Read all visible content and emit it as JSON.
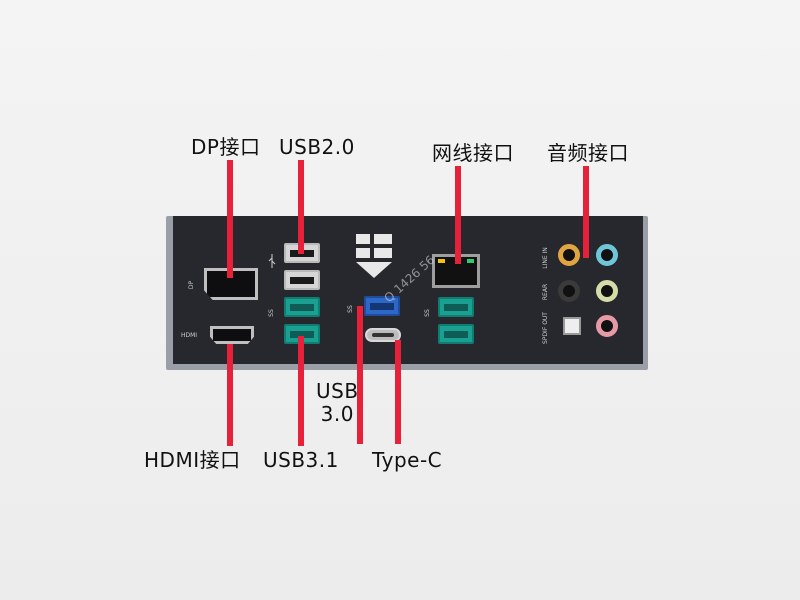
{
  "labels": {
    "dp": "DP接口",
    "usb20": "USB2.0",
    "network": "网线接口",
    "audio": "音频接口",
    "hdmi": "HDMI接口",
    "usb31": "USB3.1",
    "usb30_line1": "USB",
    "usb30_line2": "3.0",
    "typec": "Type-C"
  },
  "panel_text": {
    "dp_tag": "DP",
    "hdmi_tag": "HDMI",
    "ss_tag": "SS",
    "audio_line_in": "LINE IN",
    "audio_rear": "REAR",
    "audio_spdif": "SPDIF OUT",
    "watermark": "Q 1426 56"
  },
  "colors": {
    "pointer": "#e8213b",
    "panel": "#26282d",
    "usb3_teal": "#19a091",
    "usb_blue": "#2d67c8",
    "jack_orange": "#e0a443",
    "jack_cyan": "#6fc6d8",
    "jack_black": "#3a3a3a",
    "jack_lime": "#d6dca8",
    "jack_pink": "#e79aa6"
  },
  "icons": {
    "brand": "tuf-logo-icon",
    "usb_symbol": "usb-symbol-icon"
  }
}
